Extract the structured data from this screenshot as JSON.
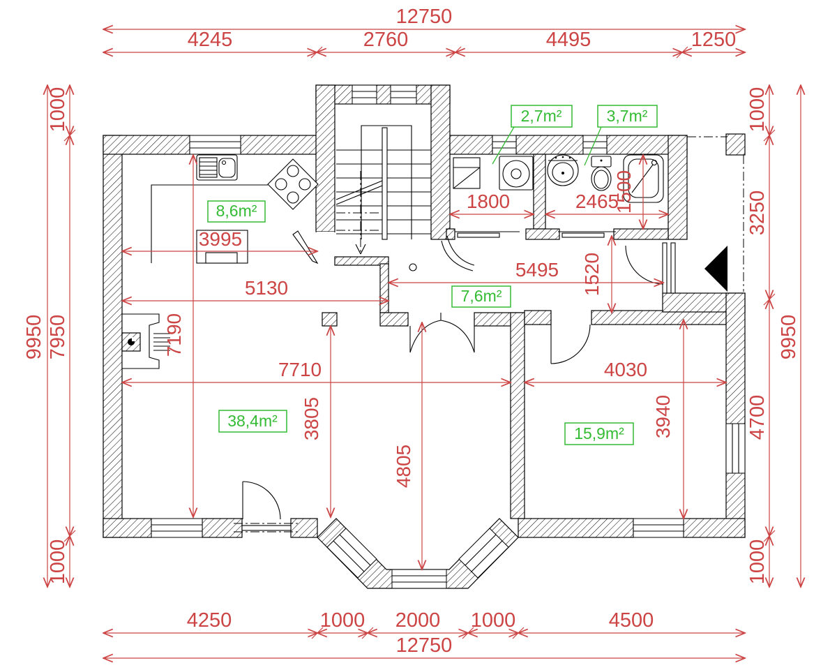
{
  "drawing": {
    "type": "architectural floor plan",
    "units": "mm"
  },
  "colors": {
    "dimension_red": "#cc4444",
    "area_green": "#33bb33",
    "wall_black": "#000000",
    "background": "#ffffff"
  },
  "dims": {
    "top_overall": "12750",
    "top_1": "4245",
    "top_2": "2760",
    "top_3": "4495",
    "top_4": "1250",
    "bottom_1": "4250",
    "bottom_2": "1000",
    "bottom_3": "2000",
    "bottom_4": "1000",
    "bottom_5": "4500",
    "bottom_overall": "12750",
    "left_overall": "9950",
    "left_1": "1000",
    "left_2": "7950",
    "left_3": "1000",
    "right_1": "1000",
    "right_2": "3250",
    "right_3": "4700",
    "right_4": "1000",
    "right_overall": "9950",
    "kitchen_width": "3995",
    "kitchen_living_width": "5130",
    "wc_width": "1800",
    "bath_width": "2465",
    "bath_depth": "1500",
    "hall_width": "5495",
    "hall_depth": "1520",
    "living_width": "7710",
    "bedroom_width": "4030",
    "living_height": "7190",
    "living_inner_height": "3805",
    "hall_to_bay_height": "4805",
    "bedroom_height": "3940"
  },
  "areas": {
    "kitchen": "8,6m²",
    "wc": "2,7m²",
    "bathroom": "3,7m²",
    "hall": "7,6m²",
    "living_room": "38,4m²",
    "bedroom": "15,9m²"
  }
}
